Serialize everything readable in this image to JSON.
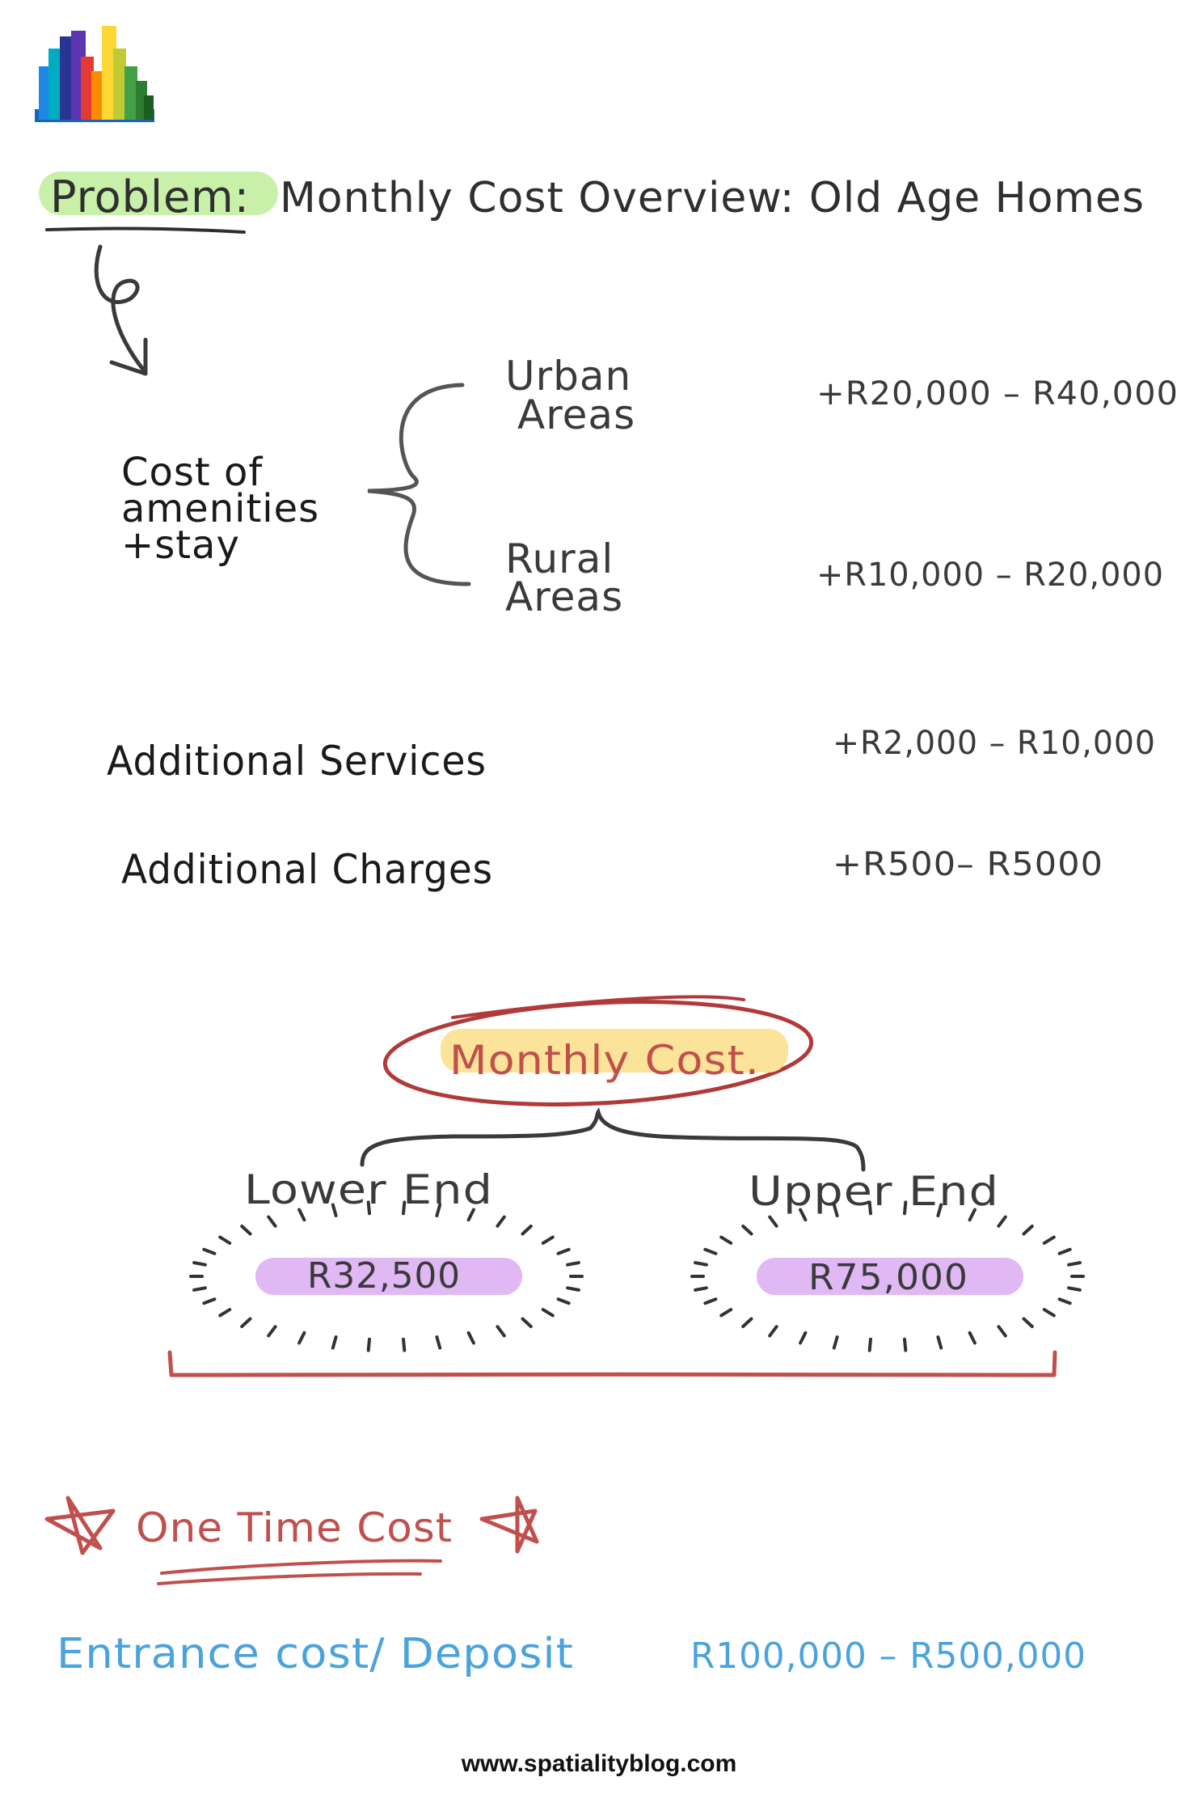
{
  "title": {
    "label": "Problem:",
    "text": "Monthly Cost Overview: Old Age Homes"
  },
  "cost_group": {
    "label_lines": [
      "Cost of",
      "amenities",
      "+stay"
    ],
    "items": [
      {
        "name_lines": [
          "Urban",
          "Areas"
        ],
        "range": "+R20,000 – R40,000"
      },
      {
        "name_lines": [
          "Rural",
          "Areas"
        ],
        "range": "+R10,000 – R20,000"
      }
    ]
  },
  "additional": [
    {
      "label": "Additional Services",
      "range": "+R2,000 – R10,000"
    },
    {
      "label": "Additional Charges",
      "range": "+R500– R5000"
    }
  ],
  "monthly": {
    "title": "Monthly Cost.",
    "lower": {
      "label": "Lower End",
      "value": "R32,500"
    },
    "upper": {
      "label": "Upper End",
      "value": "R75,000"
    }
  },
  "one_time": {
    "title": "One Time Cost",
    "label": "Entrance cost/ Deposit",
    "range": "R100,000 – R500,000"
  },
  "footer": {
    "url": "www.spatialityblog.com"
  },
  "colors": {
    "ink": "#3a3a3a",
    "black": "#1a1a1a",
    "red": "#c0504d",
    "darkred": "#b03a3a",
    "green_highlight": "#c9f0a8",
    "yellow_highlight": "#fbe49a",
    "purple_highlight": "#dfb8f4",
    "blue": "#4aa3dd",
    "logo": [
      "#1e88e5",
      "#3f51b5",
      "#e53935",
      "#fdd835",
      "#fb8c00",
      "#43a047"
    ]
  }
}
